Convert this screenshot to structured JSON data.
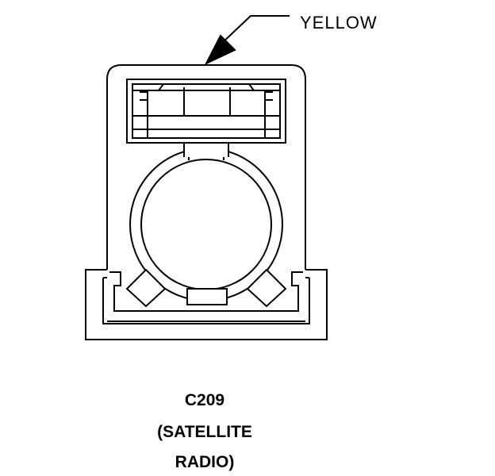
{
  "callout": {
    "label": "YELLOW"
  },
  "caption": {
    "connector_id": "C209",
    "line2": "(SATELLITE",
    "line3": "RADIO)"
  },
  "colors": {
    "stroke": "#000000",
    "background": "#ffffff"
  }
}
